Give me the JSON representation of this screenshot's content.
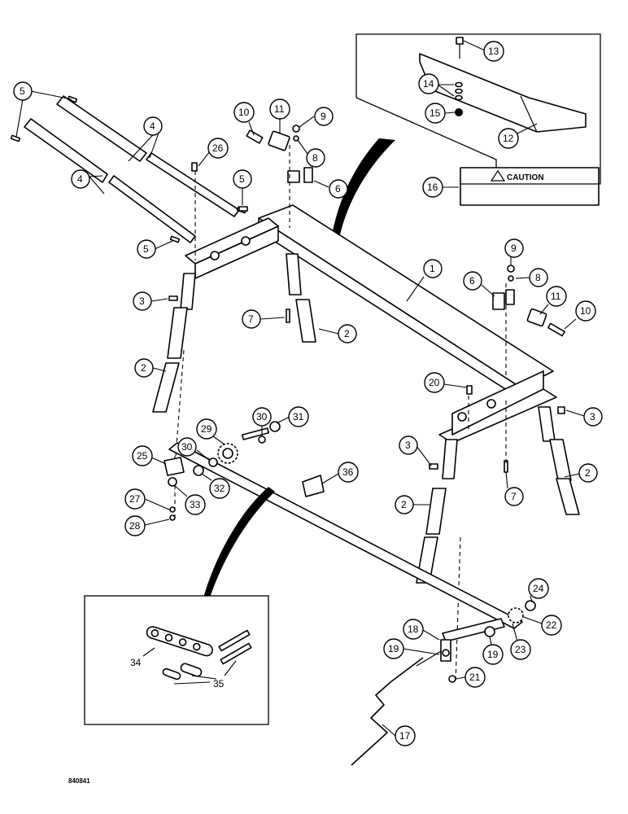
{
  "caution_label": "CAUTION",
  "reference_code": "840841",
  "callouts": {
    "c1": "1",
    "c2a": "2",
    "c2b": "2",
    "c2c": "2",
    "c2d": "2",
    "c3a": "3",
    "c3b": "3",
    "c3c": "3",
    "c4a": "4",
    "c4b": "4",
    "c5a": "5",
    "c5b": "5",
    "c5c": "5",
    "c6a": "6",
    "c6b": "6",
    "c7a": "7",
    "c7b": "7",
    "c8a": "8",
    "c8b": "8",
    "c9a": "9",
    "c9b": "9",
    "c10a": "10",
    "c10b": "10",
    "c11a": "11",
    "c11b": "11",
    "c12": "12",
    "c13": "13",
    "c14": "14",
    "c15": "15",
    "c16": "16",
    "c17": "17",
    "c18": "18",
    "c19a": "19",
    "c19b": "19",
    "c20": "20",
    "c21": "21",
    "c22": "22",
    "c23": "23",
    "c24": "24",
    "c25": "25",
    "c26": "26",
    "c27": "27",
    "c28": "28",
    "c29": "29",
    "c30a": "30",
    "c30b": "30",
    "c31": "31",
    "c32": "32",
    "c33": "33",
    "c36": "36",
    "c34": "34",
    "c35": "35"
  }
}
